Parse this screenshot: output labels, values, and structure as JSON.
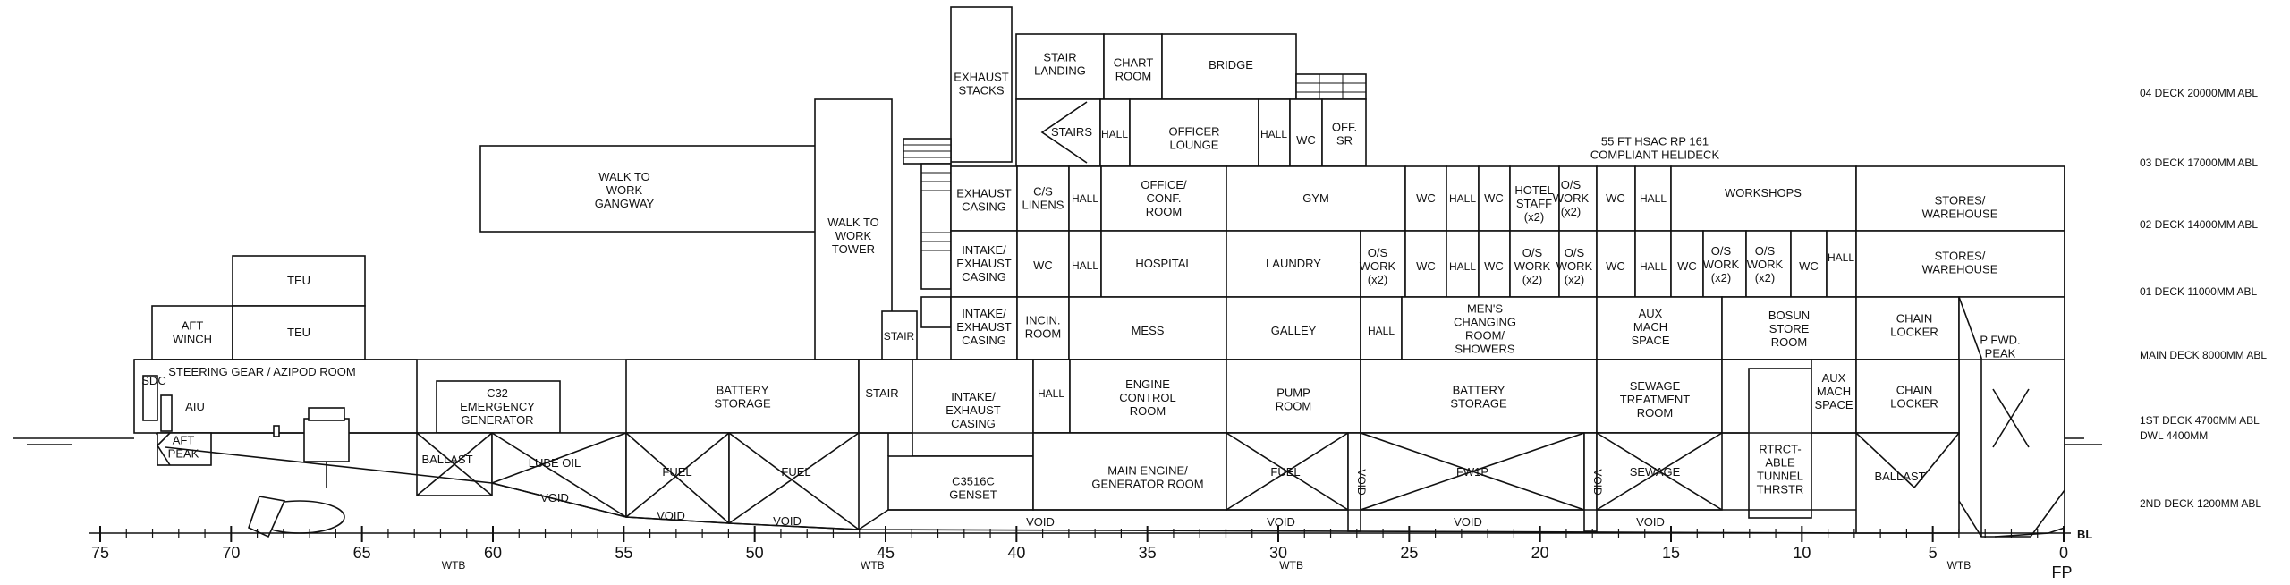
{
  "rooms": {
    "exhaust_stacks": [
      "EXHAUST",
      "STACKS"
    ],
    "stair_landing": [
      "STAIR",
      "LANDING"
    ],
    "chart_room": [
      "CHART",
      "ROOM"
    ],
    "bridge": [
      "BRIDGE"
    ],
    "stairs": [
      "STAIRS"
    ],
    "hall": [
      "HALL"
    ],
    "officer_lounge": [
      "OFFICER",
      "LOUNGE"
    ],
    "wc": [
      "WC"
    ],
    "off_sr": [
      "OFF.",
      "SR"
    ],
    "helideck": [
      "55 FT HSAC RP 161",
      "COMPLIANT HELIDECK"
    ],
    "walk_to_work_gangway": [
      "WALK TO",
      "WORK",
      "GANGWAY"
    ],
    "walk_to_work_tower": [
      "WALK TO",
      "WORK",
      "TOWER"
    ],
    "exhaust_casing": [
      "EXHAUST",
      "CASING"
    ],
    "cs_linens": [
      "C/S",
      "LINENS"
    ],
    "office_conf_room": [
      "OFFICE/",
      "CONF.",
      "ROOM"
    ],
    "gym": [
      "GYM"
    ],
    "hotel_staff": [
      "HOTEL",
      "STAFF",
      "(x2)"
    ],
    "os_work_x2": [
      "O/S",
      "WORK",
      "(x2)"
    ],
    "workshops": [
      "WORKSHOPS"
    ],
    "stores_warehouse": [
      "STORES/",
      "WAREHOUSE"
    ],
    "teu": [
      "TEU"
    ],
    "aft_winch": [
      "AFT",
      "WINCH"
    ],
    "intake_exhaust_casing": [
      "INTAKE/",
      "EXHAUST",
      "CASING"
    ],
    "hospital": [
      "HOSPITAL"
    ],
    "laundry": [
      "LAUNDRY"
    ],
    "stair": [
      "STAIR"
    ],
    "incin_room": [
      "INCIN.",
      "ROOM"
    ],
    "mess": [
      "MESS"
    ],
    "galley": [
      "GALLEY"
    ],
    "mens_changing": [
      "MEN'S",
      "CHANGING",
      "ROOM/",
      "SHOWERS"
    ],
    "aux_mach_space": [
      "AUX",
      "MACH",
      "SPACE"
    ],
    "bosun_store_room": [
      "BOSUN",
      "STORE",
      "ROOM"
    ],
    "chain_locker": [
      "CHAIN",
      "LOCKER"
    ],
    "p_fwd_peak": [
      "P FWD.",
      "PEAK"
    ],
    "steering_gear": [
      "STEERING GEAR / AZIPOD ROOM"
    ],
    "sdc": [
      "SDC"
    ],
    "aiu": [
      "AIU"
    ],
    "aft_peak": [
      "AFT",
      "PEAK"
    ],
    "c32_emergency": [
      "C32",
      "EMERGENCY",
      "GENERATOR"
    ],
    "battery_storage": [
      "BATTERY",
      "STORAGE"
    ],
    "intake_casing": [
      "INTAKE/",
      "EXHAUST",
      "CASING"
    ],
    "engine_control_room": [
      "ENGINE",
      "CONTROL",
      "ROOM"
    ],
    "pump_room": [
      "PUMP",
      "ROOM"
    ],
    "sewage_treatment_room": [
      "SEWAGE",
      "TREATMENT",
      "ROOM"
    ],
    "ballast": [
      "BALLAST"
    ],
    "lube_oil": [
      "LUBE OIL"
    ],
    "fuel_upper": [
      "FUEL"
    ],
    "fuel_lower": [
      "FUEL"
    ],
    "fw1p": [
      "FW1P"
    ],
    "sewage": [
      "SEWAGE"
    ],
    "void": [
      "VOID"
    ],
    "void_vertical": "VOID",
    "c3516c_genset": [
      "C3516C",
      "GENSET"
    ],
    "main_engine_room": [
      "MAIN ENGINE/",
      "GENERATOR ROOM"
    ],
    "rtrctable_tunnel": [
      "RTRCT-",
      "ABLE",
      "TUNNEL",
      "THRSTR"
    ],
    "aux_mach_space_small": [
      "AUX",
      "MACH",
      "SPACE"
    ],
    "ballast_fwd": [
      "BALLAST"
    ]
  },
  "decks": [
    "04 DECK 20000MM ABL",
    "03 DECK 17000MM ABL",
    "02 DECK 14000MM ABL",
    "01 DECK 11000MM ABL",
    "MAIN DECK 8000MM ABL",
    "1ST DECK 4700MM ABL",
    "DWL 4400MM",
    "2ND DECK 1200MM ABL"
  ],
  "frames": {
    "labels": [
      "75",
      "70",
      "65",
      "60",
      "55",
      "50",
      "45",
      "40",
      "35",
      "30",
      "25",
      "20",
      "15",
      "10",
      "5",
      "0"
    ],
    "wtb": "WTB",
    "bl": "BL",
    "fp": "FP"
  }
}
